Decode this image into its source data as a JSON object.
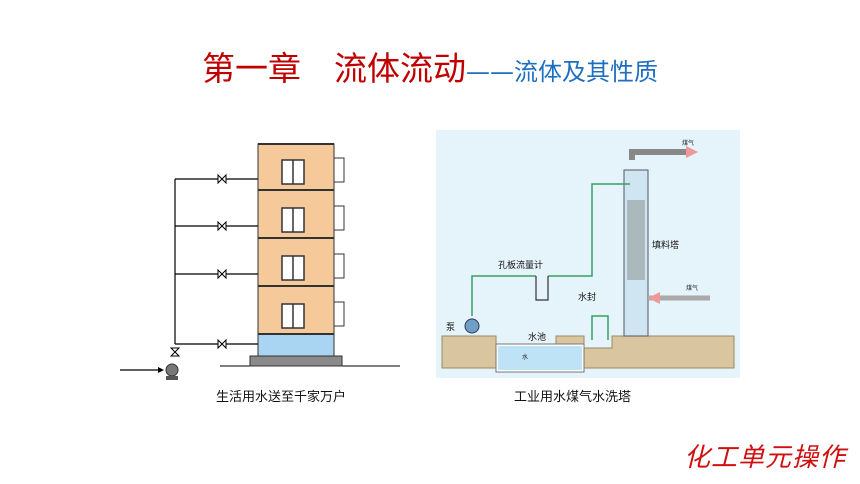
{
  "title": {
    "main": "第一章　流体流动",
    "sub": "——流体及其性质"
  },
  "left_figure": {
    "caption": "生活用水送至千家万户"
  },
  "right_figure": {
    "caption": "工业用水煤气水洗塔",
    "labels": {
      "exhaust": "煤气",
      "inlet": "煤气",
      "tower": "填料塔",
      "orifice": "孔板流量计",
      "seal": "水封",
      "pump": "泵",
      "pool": "水池",
      "water": "水"
    }
  },
  "brand": "化工单元操作",
  "colors": {
    "title_red": "#c00000",
    "subtitle_blue": "#1f6fc0",
    "building": "#f5c99a",
    "pipe_green": "#3aa060",
    "ground": "#d9c5a0"
  }
}
